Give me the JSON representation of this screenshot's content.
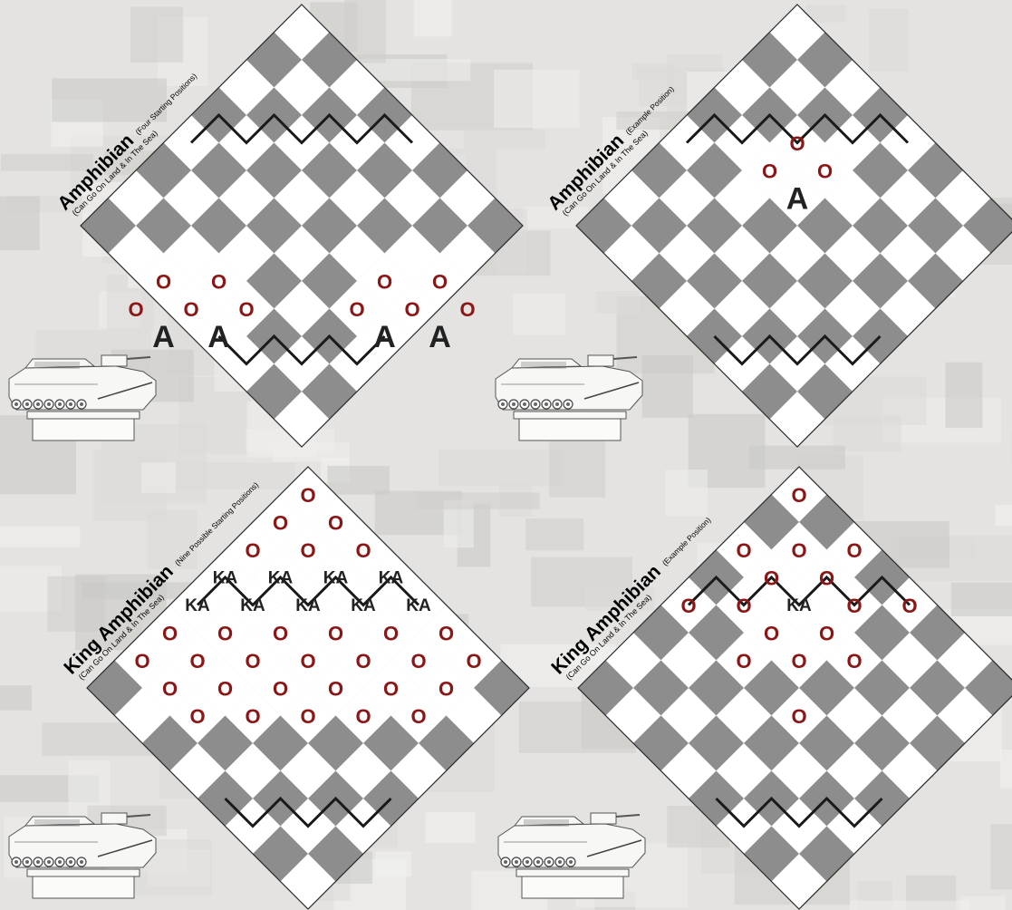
{
  "colors": {
    "background": "#e4e3e1",
    "camo_light": "#efeeec",
    "camo_dark": "#cfcecb",
    "square_dark": "#8d8d8d",
    "square_light": "#ffffff",
    "highlight": "#ffffff",
    "o_mark": "#8b1616",
    "piece": "#222222",
    "zone_line": "#1a1a1a"
  },
  "boards": [
    {
      "id": "amphibian-start",
      "title": "Amphibian",
      "subtitle": "(Four Starting Positions)",
      "caption": "(Can Go On Land & In The Sea)",
      "zone_lines": [
        3,
        11
      ],
      "highlights": [
        [
          10,
          1
        ],
        [
          10,
          3
        ],
        [
          10,
          5
        ],
        [
          10,
          9
        ],
        [
          10,
          11
        ],
        [
          10,
          13
        ],
        [
          11,
          2
        ],
        [
          11,
          4
        ],
        [
          11,
          10
        ],
        [
          11,
          12
        ],
        [
          9,
          2
        ],
        [
          9,
          4
        ],
        [
          9,
          10
        ],
        [
          9,
          12
        ]
      ],
      "marks": [
        {
          "r": 10,
          "c": 1,
          "t": "O"
        },
        {
          "r": 10,
          "c": 3,
          "t": "O"
        },
        {
          "r": 10,
          "c": 5,
          "t": "O"
        },
        {
          "r": 10,
          "c": 9,
          "t": "O"
        },
        {
          "r": 10,
          "c": 11,
          "t": "O"
        },
        {
          "r": 10,
          "c": 13,
          "t": "O"
        },
        {
          "r": 9,
          "c": 2,
          "t": "O"
        },
        {
          "r": 9,
          "c": 4,
          "t": "O"
        },
        {
          "r": 9,
          "c": 10,
          "t": "O"
        },
        {
          "r": 9,
          "c": 12,
          "t": "O"
        },
        {
          "r": 11,
          "c": 2,
          "t": "A"
        },
        {
          "r": 11,
          "c": 4,
          "t": "A"
        },
        {
          "r": 11,
          "c": 10,
          "t": "A"
        },
        {
          "r": 11,
          "c": 12,
          "t": "A"
        }
      ]
    },
    {
      "id": "amphibian-example",
      "title": "Amphibian",
      "subtitle": "(Example Position)",
      "caption": "(Can Go On Land & In The Sea)",
      "zone_lines": [
        3,
        11
      ],
      "highlights": [
        [
          6,
          7
        ],
        [
          5,
          6
        ],
        [
          5,
          8
        ],
        [
          4,
          7
        ]
      ],
      "marks": [
        {
          "r": 4,
          "c": 7,
          "t": "O"
        },
        {
          "r": 5,
          "c": 6,
          "t": "O"
        },
        {
          "r": 5,
          "c": 8,
          "t": "O"
        },
        {
          "r": 6,
          "c": 7,
          "t": "A"
        }
      ]
    },
    {
      "id": "king-amphibian-start",
      "title": "King Amphibian",
      "subtitle": "(Nine Possible Starting Positions)",
      "caption": "(Can Go On Land & In The Sea)",
      "zone_lines": [
        3,
        11
      ],
      "highlights": [
        [
          0,
          7
        ],
        [
          1,
          6
        ],
        [
          1,
          8
        ],
        [
          2,
          5
        ],
        [
          2,
          7
        ],
        [
          2,
          9
        ],
        [
          3,
          4
        ],
        [
          3,
          6
        ],
        [
          3,
          8
        ],
        [
          3,
          10
        ],
        [
          4,
          3
        ],
        [
          4,
          5
        ],
        [
          4,
          7
        ],
        [
          4,
          9
        ],
        [
          4,
          11
        ],
        [
          5,
          2
        ],
        [
          5,
          4
        ],
        [
          5,
          6
        ],
        [
          5,
          8
        ],
        [
          5,
          10
        ],
        [
          5,
          12
        ],
        [
          6,
          1
        ],
        [
          6,
          3
        ],
        [
          6,
          5
        ],
        [
          6,
          7
        ],
        [
          6,
          9
        ],
        [
          6,
          11
        ],
        [
          6,
          13
        ],
        [
          7,
          2
        ],
        [
          7,
          4
        ],
        [
          7,
          6
        ],
        [
          7,
          8
        ],
        [
          7,
          10
        ],
        [
          7,
          12
        ],
        [
          8,
          3
        ],
        [
          8,
          5
        ],
        [
          8,
          7
        ],
        [
          8,
          9
        ],
        [
          8,
          11
        ]
      ],
      "marks": [
        {
          "r": 0,
          "c": 7,
          "t": "O"
        },
        {
          "r": 1,
          "c": 6,
          "t": "O"
        },
        {
          "r": 1,
          "c": 8,
          "t": "O"
        },
        {
          "r": 2,
          "c": 5,
          "t": "O"
        },
        {
          "r": 2,
          "c": 7,
          "t": "O"
        },
        {
          "r": 2,
          "c": 9,
          "t": "O"
        },
        {
          "r": 3,
          "c": 4,
          "t": "KA"
        },
        {
          "r": 3,
          "c": 6,
          "t": "KA"
        },
        {
          "r": 3,
          "c": 8,
          "t": "KA"
        },
        {
          "r": 3,
          "c": 10,
          "t": "KA"
        },
        {
          "r": 4,
          "c": 3,
          "t": "KA"
        },
        {
          "r": 4,
          "c": 5,
          "t": "KA"
        },
        {
          "r": 4,
          "c": 7,
          "t": "KA"
        },
        {
          "r": 4,
          "c": 9,
          "t": "KA"
        },
        {
          "r": 4,
          "c": 11,
          "t": "KA"
        },
        {
          "r": 5,
          "c": 2,
          "t": "O"
        },
        {
          "r": 5,
          "c": 4,
          "t": "O"
        },
        {
          "r": 5,
          "c": 6,
          "t": "O"
        },
        {
          "r": 5,
          "c": 8,
          "t": "O"
        },
        {
          "r": 5,
          "c": 10,
          "t": "O"
        },
        {
          "r": 5,
          "c": 12,
          "t": "O"
        },
        {
          "r": 6,
          "c": 1,
          "t": "O"
        },
        {
          "r": 6,
          "c": 3,
          "t": "O"
        },
        {
          "r": 6,
          "c": 5,
          "t": "O"
        },
        {
          "r": 6,
          "c": 7,
          "t": "O"
        },
        {
          "r": 6,
          "c": 9,
          "t": "O"
        },
        {
          "r": 6,
          "c": 11,
          "t": "O"
        },
        {
          "r": 6,
          "c": 13,
          "t": "O"
        },
        {
          "r": 7,
          "c": 2,
          "t": "O"
        },
        {
          "r": 7,
          "c": 4,
          "t": "O"
        },
        {
          "r": 7,
          "c": 6,
          "t": "O"
        },
        {
          "r": 7,
          "c": 8,
          "t": "O"
        },
        {
          "r": 7,
          "c": 10,
          "t": "O"
        },
        {
          "r": 7,
          "c": 12,
          "t": "O"
        },
        {
          "r": 8,
          "c": 3,
          "t": "O"
        },
        {
          "r": 8,
          "c": 5,
          "t": "O"
        },
        {
          "r": 8,
          "c": 7,
          "t": "O"
        },
        {
          "r": 8,
          "c": 9,
          "t": "O"
        },
        {
          "r": 8,
          "c": 11,
          "t": "O"
        }
      ]
    },
    {
      "id": "king-amphibian-example",
      "title": "King Amphibian",
      "subtitle": "(Example Position)",
      "caption": "(Can Go On Land & In The Sea)",
      "zone_lines": [
        3,
        11
      ],
      "highlights": [
        [
          0,
          7
        ],
        [
          2,
          5
        ],
        [
          2,
          7
        ],
        [
          2,
          9
        ],
        [
          3,
          6
        ],
        [
          3,
          8
        ],
        [
          4,
          3
        ],
        [
          4,
          5
        ],
        [
          4,
          7
        ],
        [
          4,
          9
        ],
        [
          4,
          11
        ],
        [
          5,
          6
        ],
        [
          5,
          8
        ],
        [
          6,
          5
        ],
        [
          6,
          7
        ],
        [
          6,
          9
        ],
        [
          8,
          7
        ]
      ],
      "marks": [
        {
          "r": 0,
          "c": 7,
          "t": "O"
        },
        {
          "r": 2,
          "c": 5,
          "t": "O"
        },
        {
          "r": 2,
          "c": 7,
          "t": "O"
        },
        {
          "r": 2,
          "c": 9,
          "t": "O"
        },
        {
          "r": 3,
          "c": 6,
          "t": "O"
        },
        {
          "r": 3,
          "c": 8,
          "t": "O"
        },
        {
          "r": 4,
          "c": 3,
          "t": "O"
        },
        {
          "r": 4,
          "c": 5,
          "t": "O"
        },
        {
          "r": 4,
          "c": 7,
          "t": "KA"
        },
        {
          "r": 4,
          "c": 9,
          "t": "O"
        },
        {
          "r": 4,
          "c": 11,
          "t": "O"
        },
        {
          "r": 5,
          "c": 6,
          "t": "O"
        },
        {
          "r": 5,
          "c": 8,
          "t": "O"
        },
        {
          "r": 6,
          "c": 5,
          "t": "O"
        },
        {
          "r": 6,
          "c": 7,
          "t": "O"
        },
        {
          "r": 6,
          "c": 9,
          "t": "O"
        },
        {
          "r": 8,
          "c": 7,
          "t": "O"
        }
      ]
    }
  ]
}
